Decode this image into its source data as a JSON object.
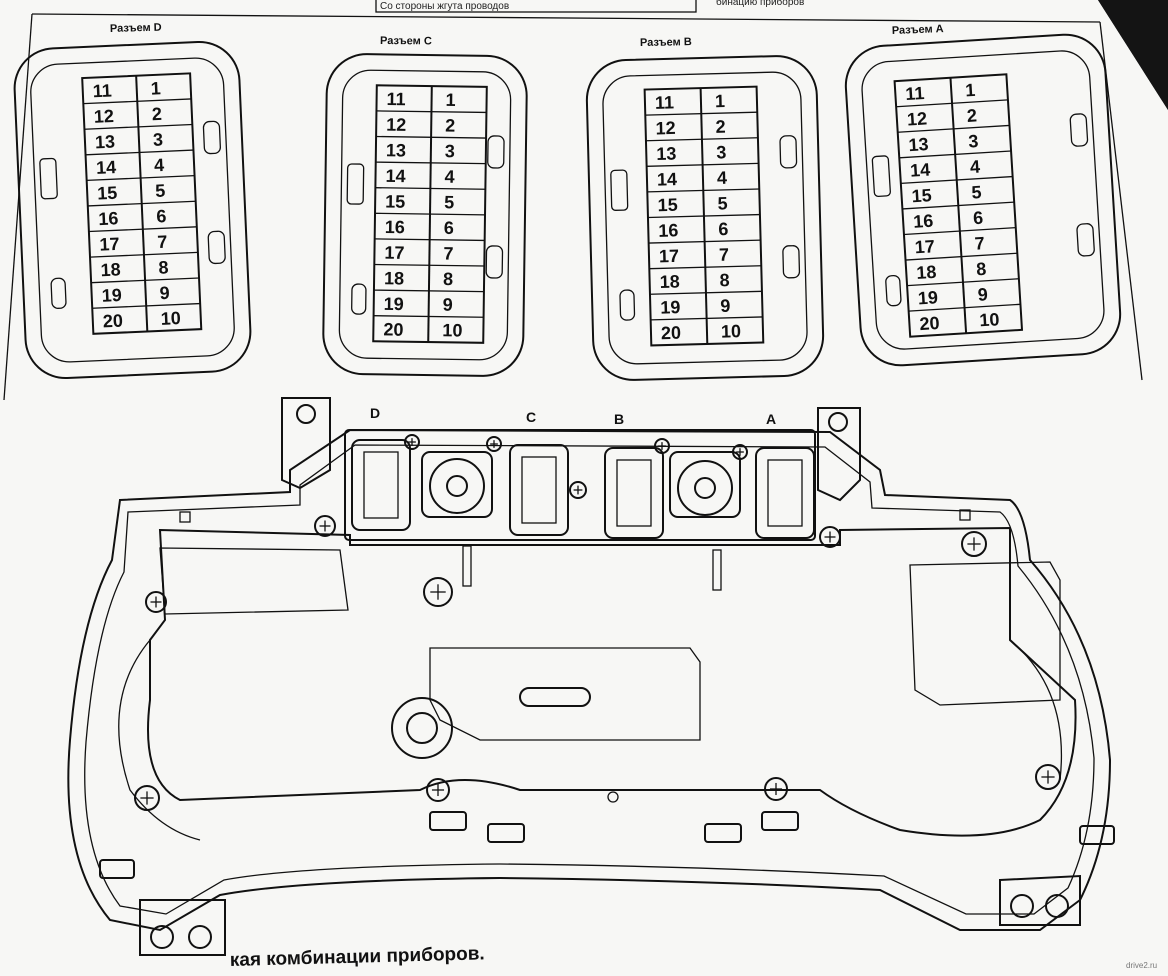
{
  "header": {
    "box_note": "Со стороны жгута проводов",
    "right_note": "бинацию приборов"
  },
  "connectors": [
    {
      "id": "D",
      "title": "Разъем D"
    },
    {
      "id": "C",
      "title": "Разъем C"
    },
    {
      "id": "B",
      "title": "Разъем B"
    },
    {
      "id": "A",
      "title": "Разъем A"
    }
  ],
  "pins": {
    "left": [
      "11",
      "12",
      "13",
      "14",
      "15",
      "16",
      "17",
      "18",
      "19",
      "20"
    ],
    "right": [
      "1",
      "2",
      "3",
      "4",
      "5",
      "6",
      "7",
      "8",
      "9",
      "10"
    ]
  },
  "panel_letters": [
    "D",
    "C",
    "B",
    "A"
  ],
  "caption": "кая комбинации приборов.",
  "watermark": "drive2.ru"
}
